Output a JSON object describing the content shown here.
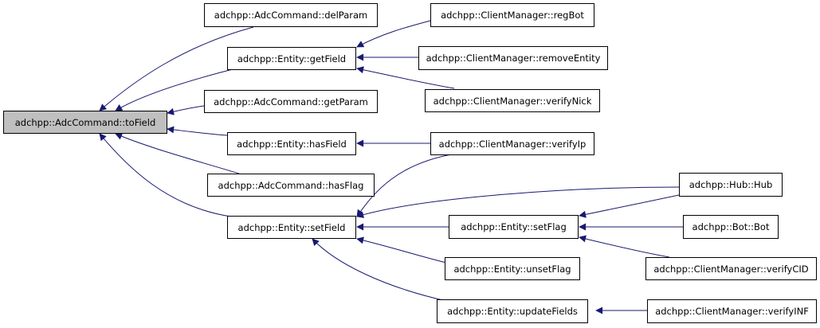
{
  "colors": {
    "edge": "#191970",
    "root_fill": "#bfbfbf",
    "node_fill": "#ffffff",
    "border": "#000000"
  },
  "nodes": {
    "tofield": "adchpp::AdcCommand::toField",
    "delparam": "adchpp::AdcCommand::delParam",
    "getfield": "adchpp::Entity::getField",
    "getparam": "adchpp::AdcCommand::getParam",
    "hasfield": "adchpp::Entity::hasField",
    "hasflag": "adchpp::AdcCommand::hasFlag",
    "setfield": "adchpp::Entity::setField",
    "regbot": "adchpp::ClientManager::regBot",
    "removeentity": "adchpp::ClientManager::removeEntity",
    "verifynick": "adchpp::ClientManager::verifyNick",
    "verifyip": "adchpp::ClientManager::verifyIp",
    "setflag": "adchpp::Entity::setFlag",
    "unsetflag": "adchpp::Entity::unsetFlag",
    "updatefields": "adchpp::Entity::updateFields",
    "hub": "adchpp::Hub::Hub",
    "bot": "adchpp::Bot::Bot",
    "verifycid": "adchpp::ClientManager::verifyCID",
    "verifyinf": "adchpp::ClientManager::verifyINF"
  }
}
